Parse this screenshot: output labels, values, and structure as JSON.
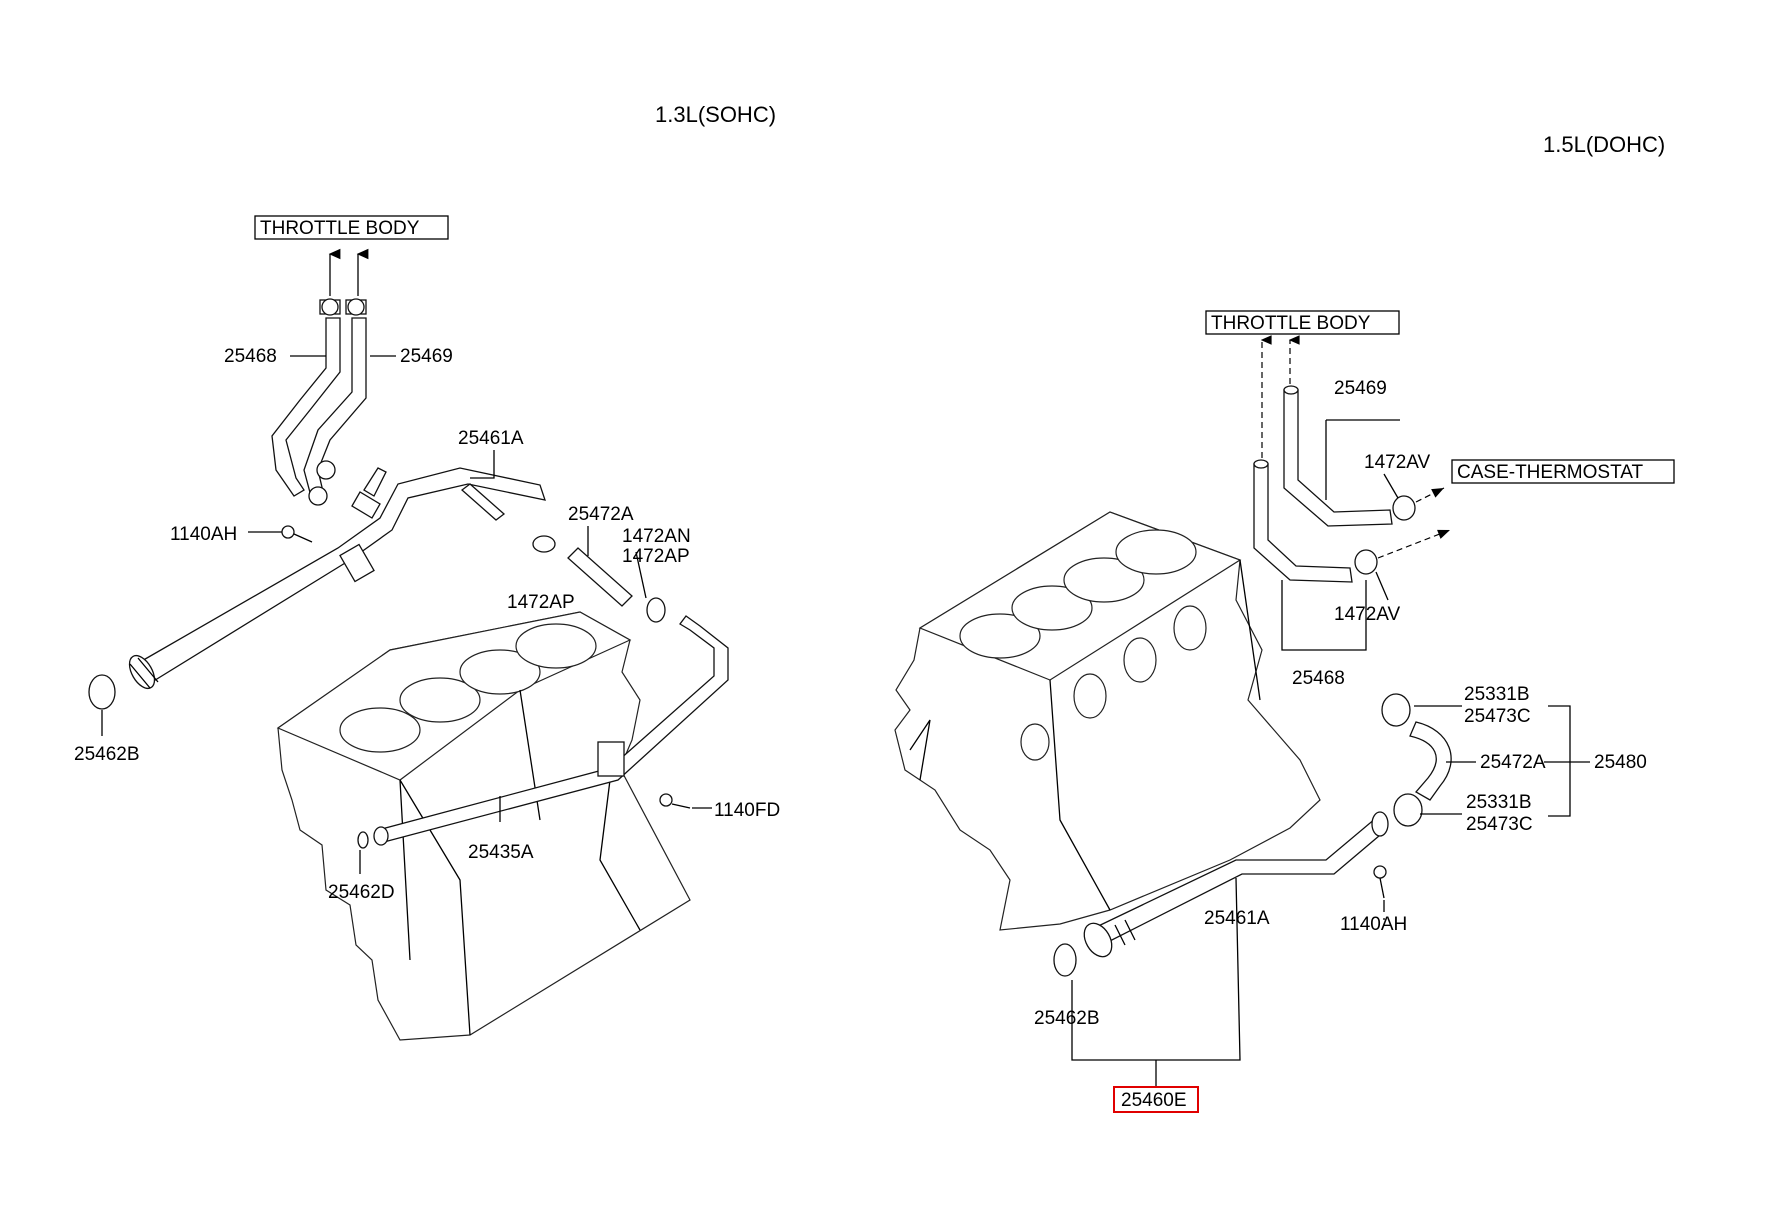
{
  "titles": {
    "left": "1.3L(SOHC)",
    "right": "1.5L(DOHC)"
  },
  "left": {
    "throttle_body": "THROTTLE BODY",
    "p25468": "25468",
    "p25469": "25469",
    "p25461A": "25461A",
    "p25472A": "25472A",
    "p1472AN": "1472AN",
    "p1472AP_a": "1472AP",
    "p1472AP_b": "1472AP",
    "p1140AH": "1140AH",
    "p25462B": "25462B",
    "p1140FD": "1140FD",
    "p25435A": "25435A",
    "p25462D": "25462D"
  },
  "right": {
    "throttle_body": "THROTTLE BODY",
    "case_thermostat": "CASE-THERMOSTAT",
    "p25469": "25469",
    "p1472AV_a": "1472AV",
    "p1472AV_b": "1472AV",
    "p25468": "25468",
    "p25331B_a": "25331B",
    "p25473C_a": "25473C",
    "p25472A": "25472A",
    "p25480": "25480",
    "p25331B_b": "25331B",
    "p25473C_b": "25473C",
    "p25461A": "25461A",
    "p1140AH": "1140AH",
    "p25462B": "25462B",
    "p25460E": "25460E"
  },
  "colors": {
    "highlight": "#e00000",
    "line": "#000000"
  }
}
